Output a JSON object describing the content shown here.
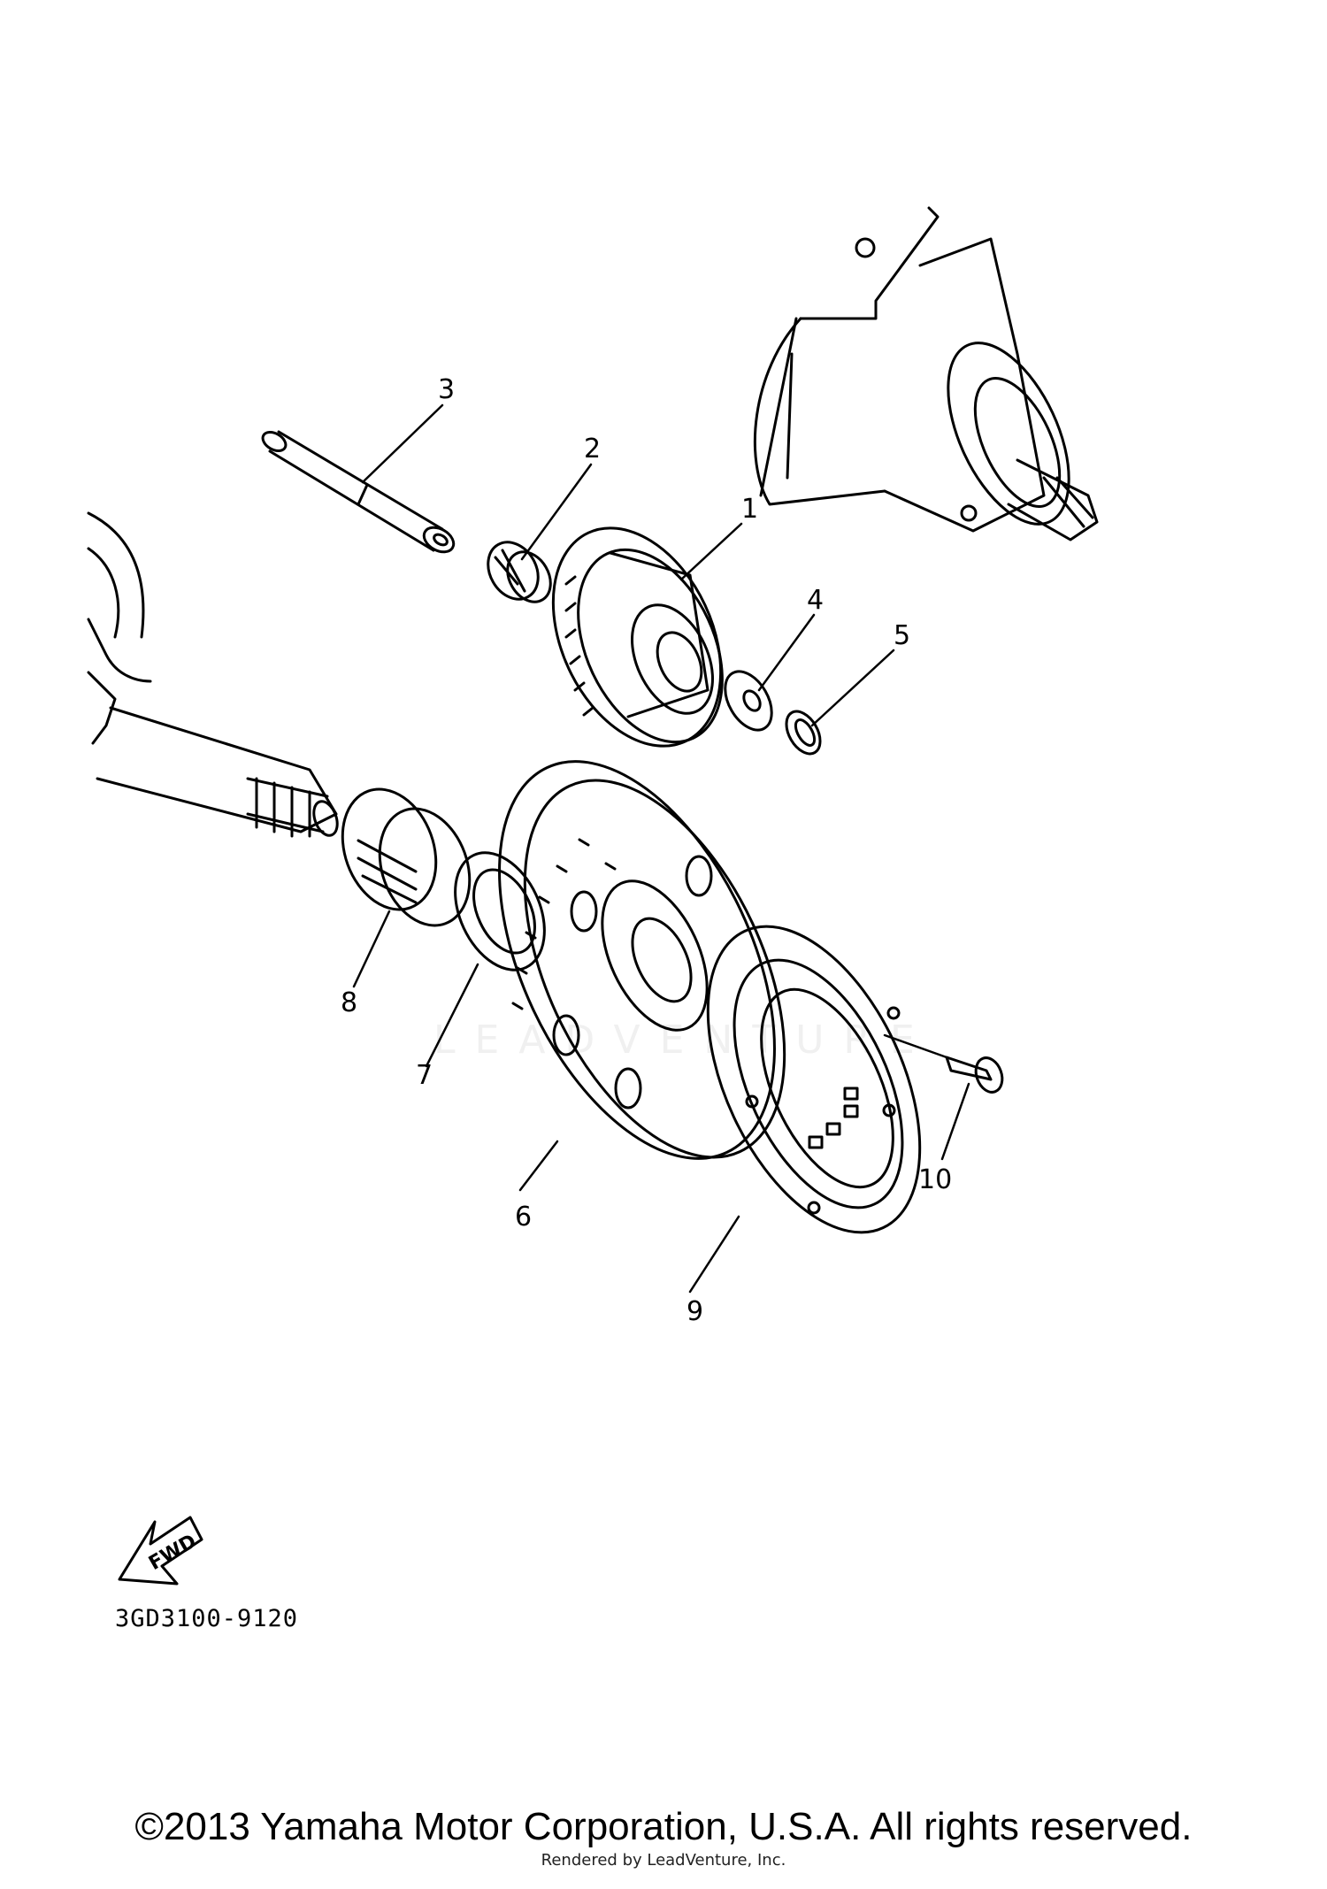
{
  "callouts": [
    "1",
    "2",
    "3",
    "4",
    "5",
    "6",
    "7",
    "8",
    "9",
    "10"
  ],
  "fwd_label": "FWD",
  "part_code": "3GD3100-9120",
  "copyright": "©2013 Yamaha Motor Corporation, U.S.A. All rights reserved.",
  "rendered_by": "Rendered by LeadVenture, Inc.",
  "watermark": "LEADVENTURE"
}
